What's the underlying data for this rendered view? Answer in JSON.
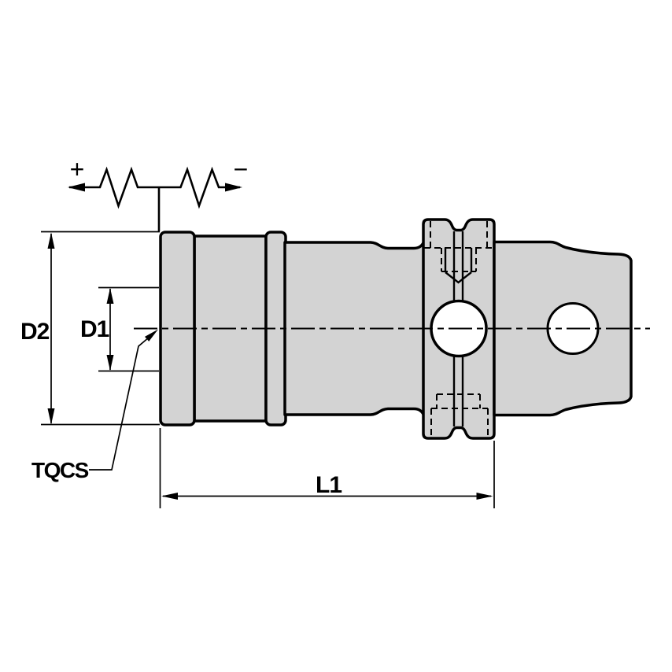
{
  "drawing": {
    "type": "technical-diagram",
    "labels": {
      "outer_diameter": "D2",
      "inner_diameter": "D1",
      "length": "L1",
      "coupling": "TQCS",
      "gauge_plus": "+",
      "gauge_minus": "−"
    },
    "colors": {
      "background": "#ffffff",
      "body_fill": "#d3d3d3",
      "hole_fill": "#ffffff",
      "line": "#000000"
    }
  }
}
